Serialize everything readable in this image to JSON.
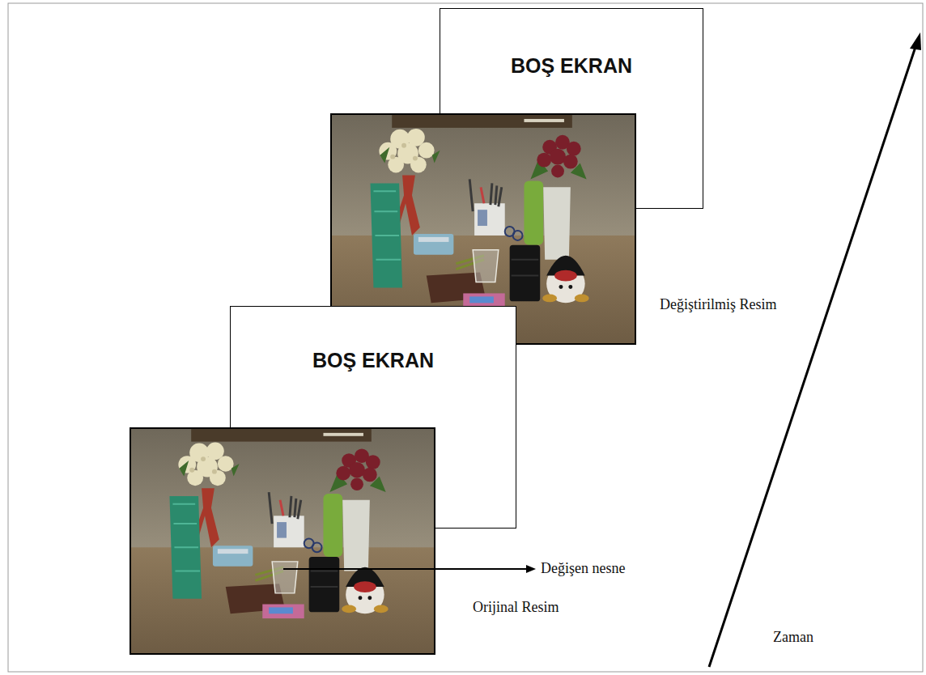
{
  "diagram": {
    "nodes": [
      {
        "text": [
          "BOŞ EKRAN"
        ]
      },
      {
        "text": [
          "BOŞ EKRAN"
        ]
      }
    ],
    "labels": [
      "Değişen nesne",
      "Değiştirilmiş Resim",
      "Orijinal Resim",
      "Zaman"
    ]
  }
}
